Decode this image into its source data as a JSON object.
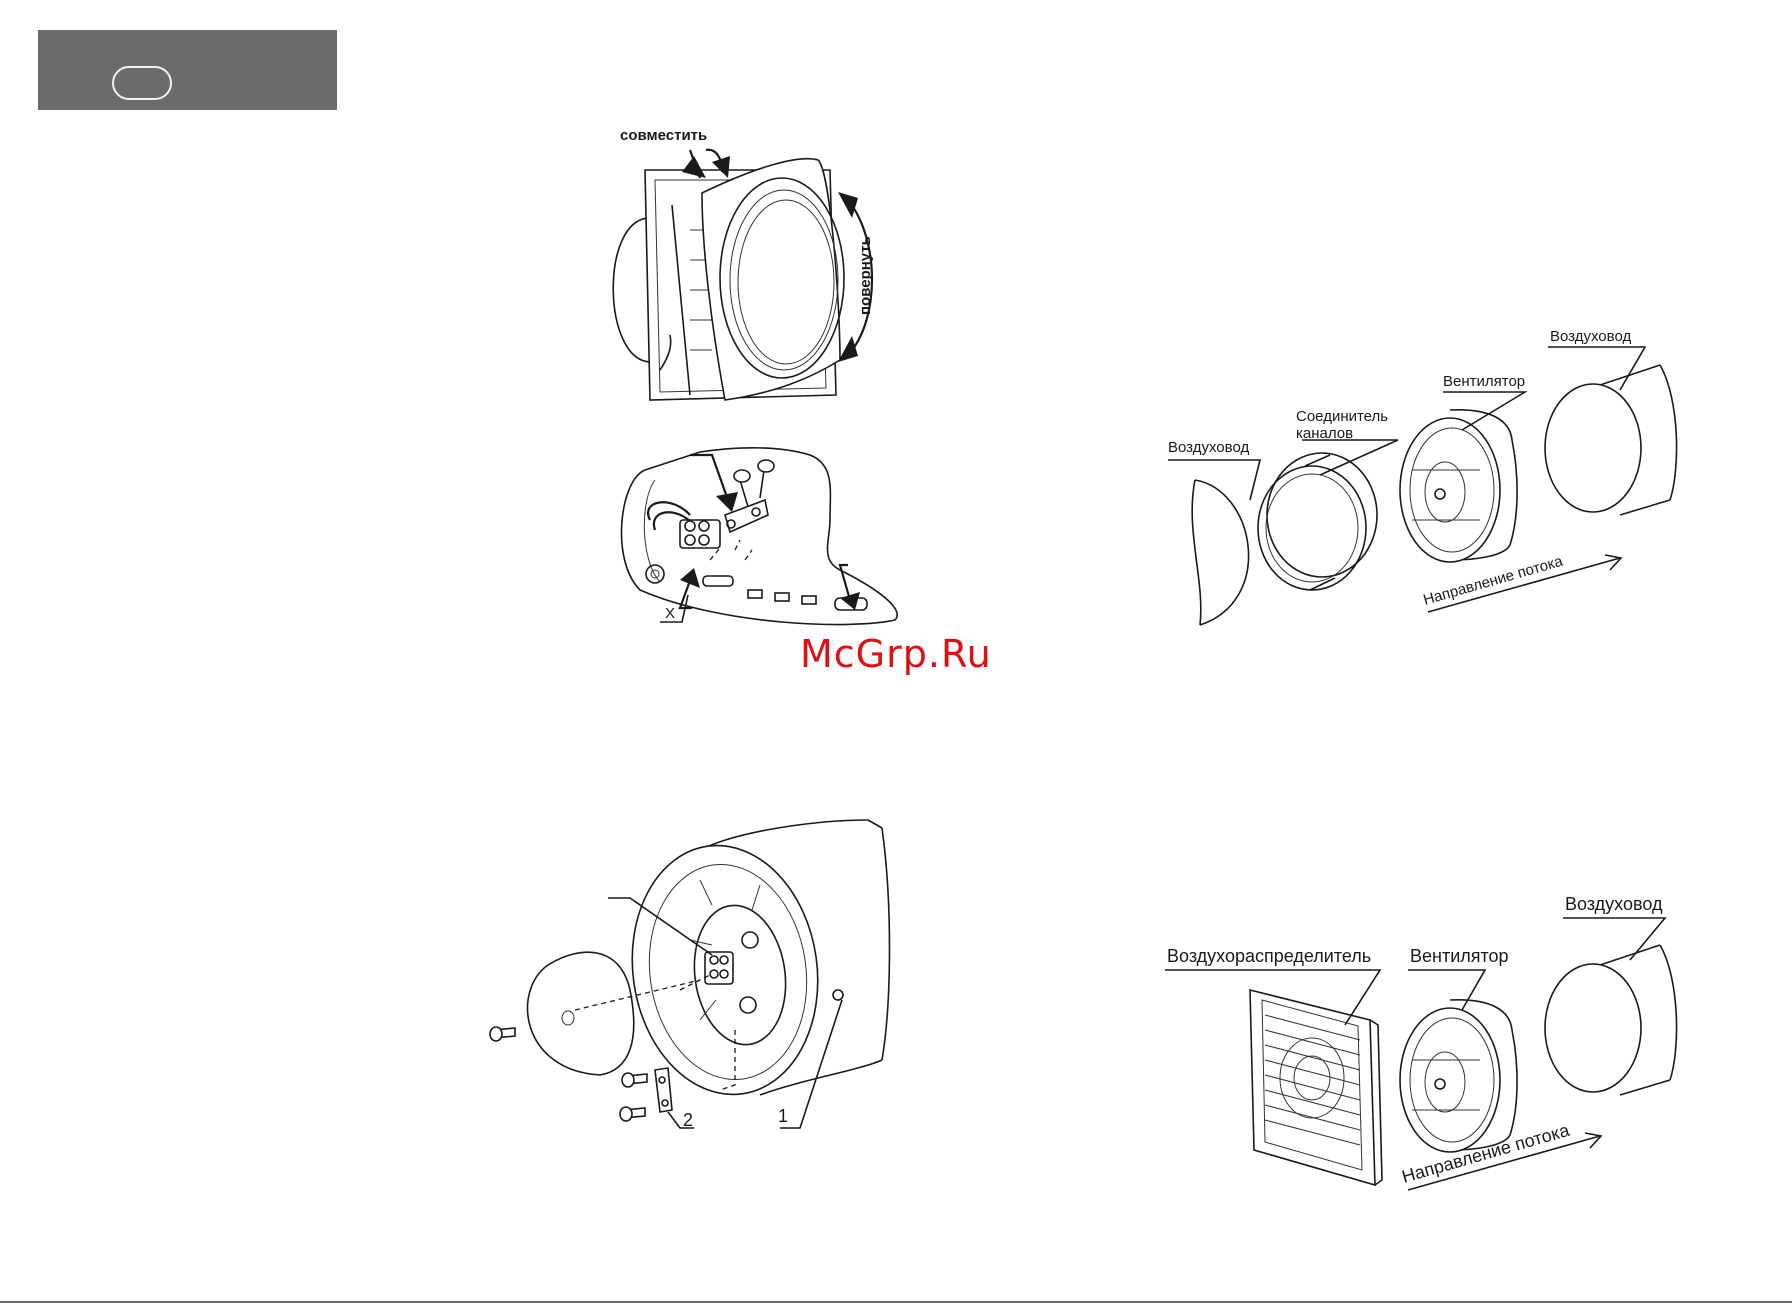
{
  "fig1": {
    "label_align": "совместить",
    "label_rotate": "повернуть"
  },
  "fig2": {
    "label_x": "X"
  },
  "watermark": "McGrp.Ru",
  "fig3": {
    "label_1": "1",
    "label_2": "2"
  },
  "diag1": {
    "duct_left": "Воздуховод",
    "connector_line1": "Соединитель",
    "connector_line2": "каналов",
    "fan": "Вентилятор",
    "duct_right": "Воздуховод",
    "flow": "Направление потока"
  },
  "diag2": {
    "diffuser": "Воздухораспределитель",
    "fan": "Вентилятор",
    "duct": "Воздуховод",
    "flow": "Направление потока"
  },
  "colors": {
    "header_bg": "#6b6b6b",
    "watermark": "#e01010",
    "line": "#1a1a1a"
  }
}
